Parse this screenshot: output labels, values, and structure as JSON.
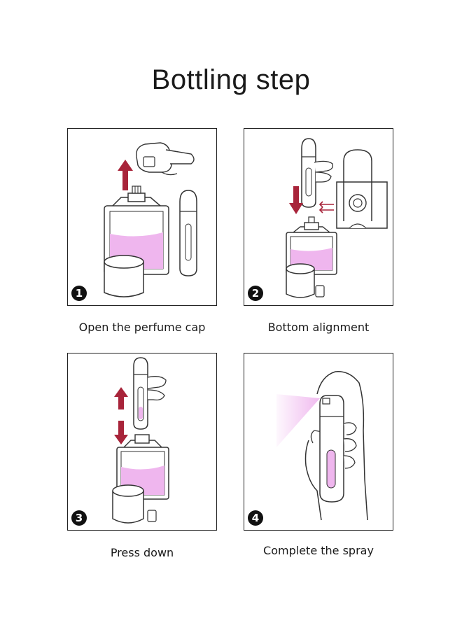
{
  "title": "Bottling step",
  "colors": {
    "perfume": "#efb6ee",
    "arrow": "#a8243a",
    "line": "#333333",
    "badge": "#111111"
  },
  "steps": [
    {
      "number": "1",
      "caption": "Open the perfume cap",
      "icon": "open-cap-illustration"
    },
    {
      "number": "2",
      "caption": "Bottom alignment",
      "icon": "align-bottle-illustration"
    },
    {
      "number": "3",
      "caption": "Press down",
      "icon": "press-down-illustration"
    },
    {
      "number": "4",
      "caption": "Complete the spray",
      "icon": "spray-illustration"
    }
  ]
}
